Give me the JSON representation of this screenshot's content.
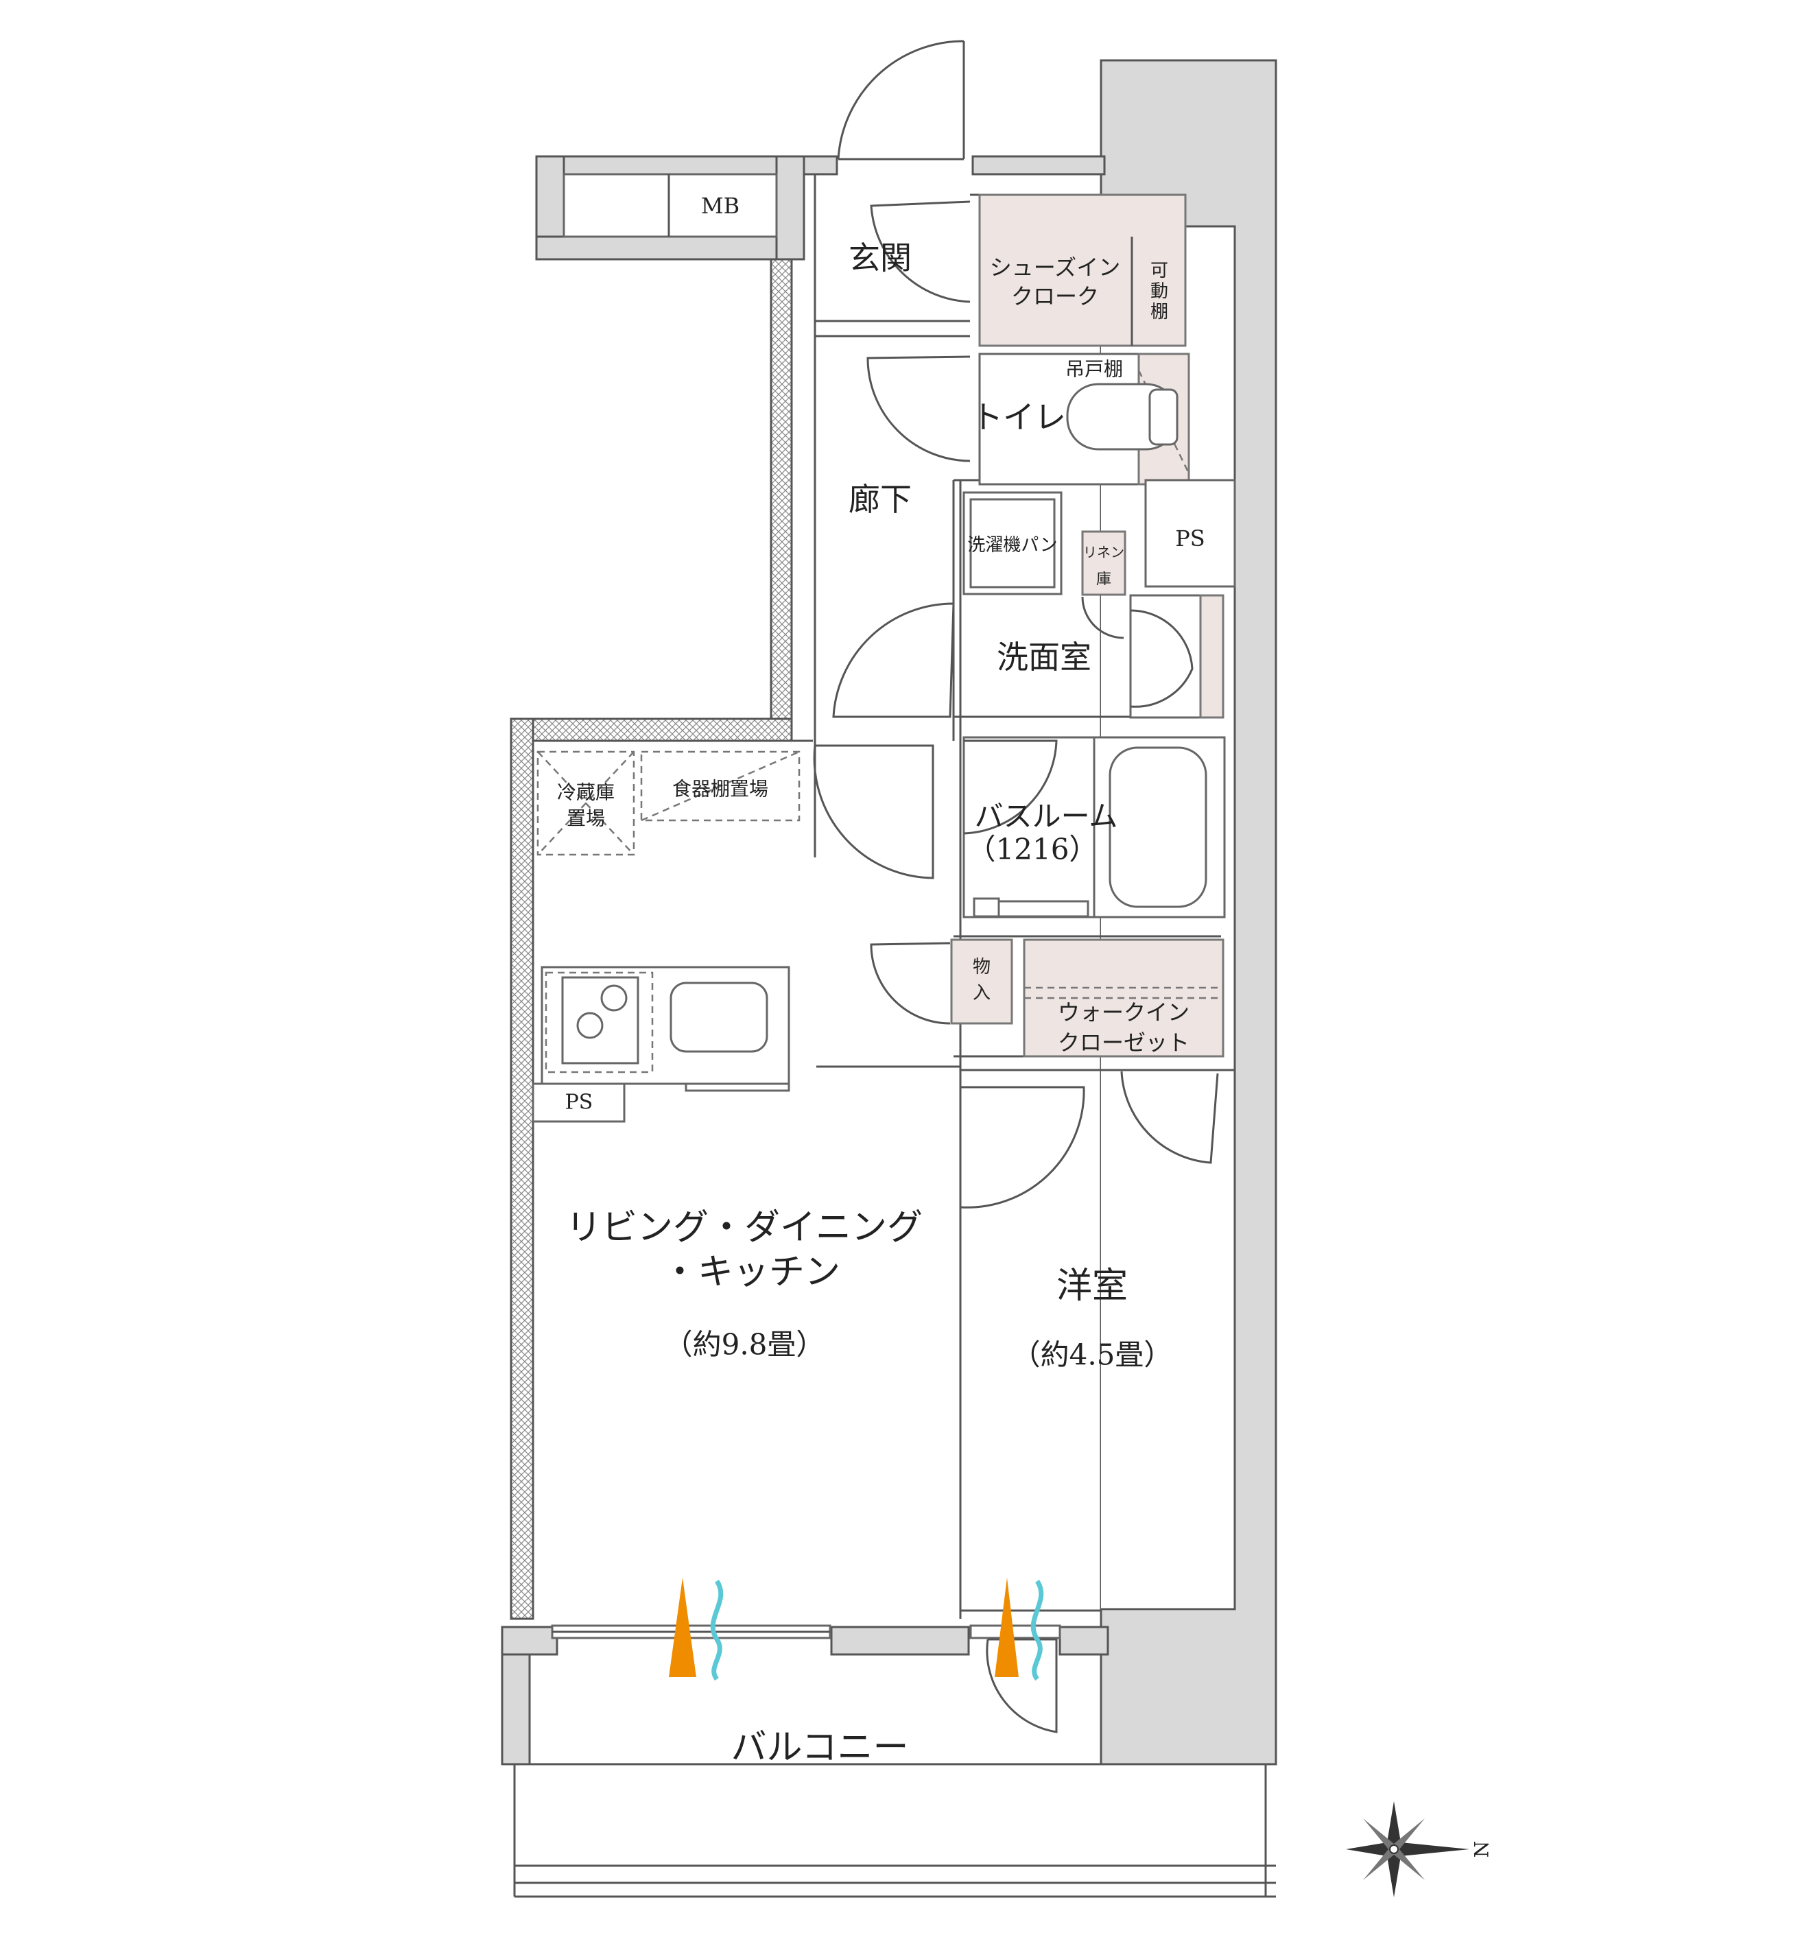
{
  "floor_plan": {
    "rooms": {
      "entrance": "玄関",
      "shoe_in_closet_line1": "シューズイン",
      "shoe_in_closet_line2": "クローク",
      "movable_shelf_line1": "可",
      "movable_shelf_line2": "動",
      "movable_shelf_line3": "棚",
      "hanging_cabinet": "吊戸棚",
      "toilet": "トイレ",
      "hallway": "廊下",
      "meter_box": "MB",
      "ps_upper": "PS",
      "washer_pan": "洗濯機パン",
      "linen_line1": "リネン",
      "linen_line2": "庫",
      "washroom": "洗面室",
      "bathroom": "バスルーム",
      "bathroom_size": "（1216）",
      "fridge_line1": "冷蔵庫",
      "fridge_line2": "置場",
      "cupboard_space": "食器棚置場",
      "storage_line1": "物",
      "storage_line2": "入",
      "walkin_line1": "ウォークイン",
      "walkin_line2": "クローゼット",
      "ps_lower": "PS",
      "ldk_line1": "リビング・ダイニング",
      "ldk_line2": "・キッチン",
      "ldk_size": "（約9.8畳）",
      "western_room": "洋室",
      "western_room_size": "（約4.5畳）",
      "balcony": "バルコニー"
    },
    "compass": {
      "north_label": "N"
    },
    "colors": {
      "wall": "#d9d9d9",
      "storage_fill": "#eee4e1",
      "air_warm": "#f08c00",
      "air_cool": "#5bc8d6"
    }
  }
}
